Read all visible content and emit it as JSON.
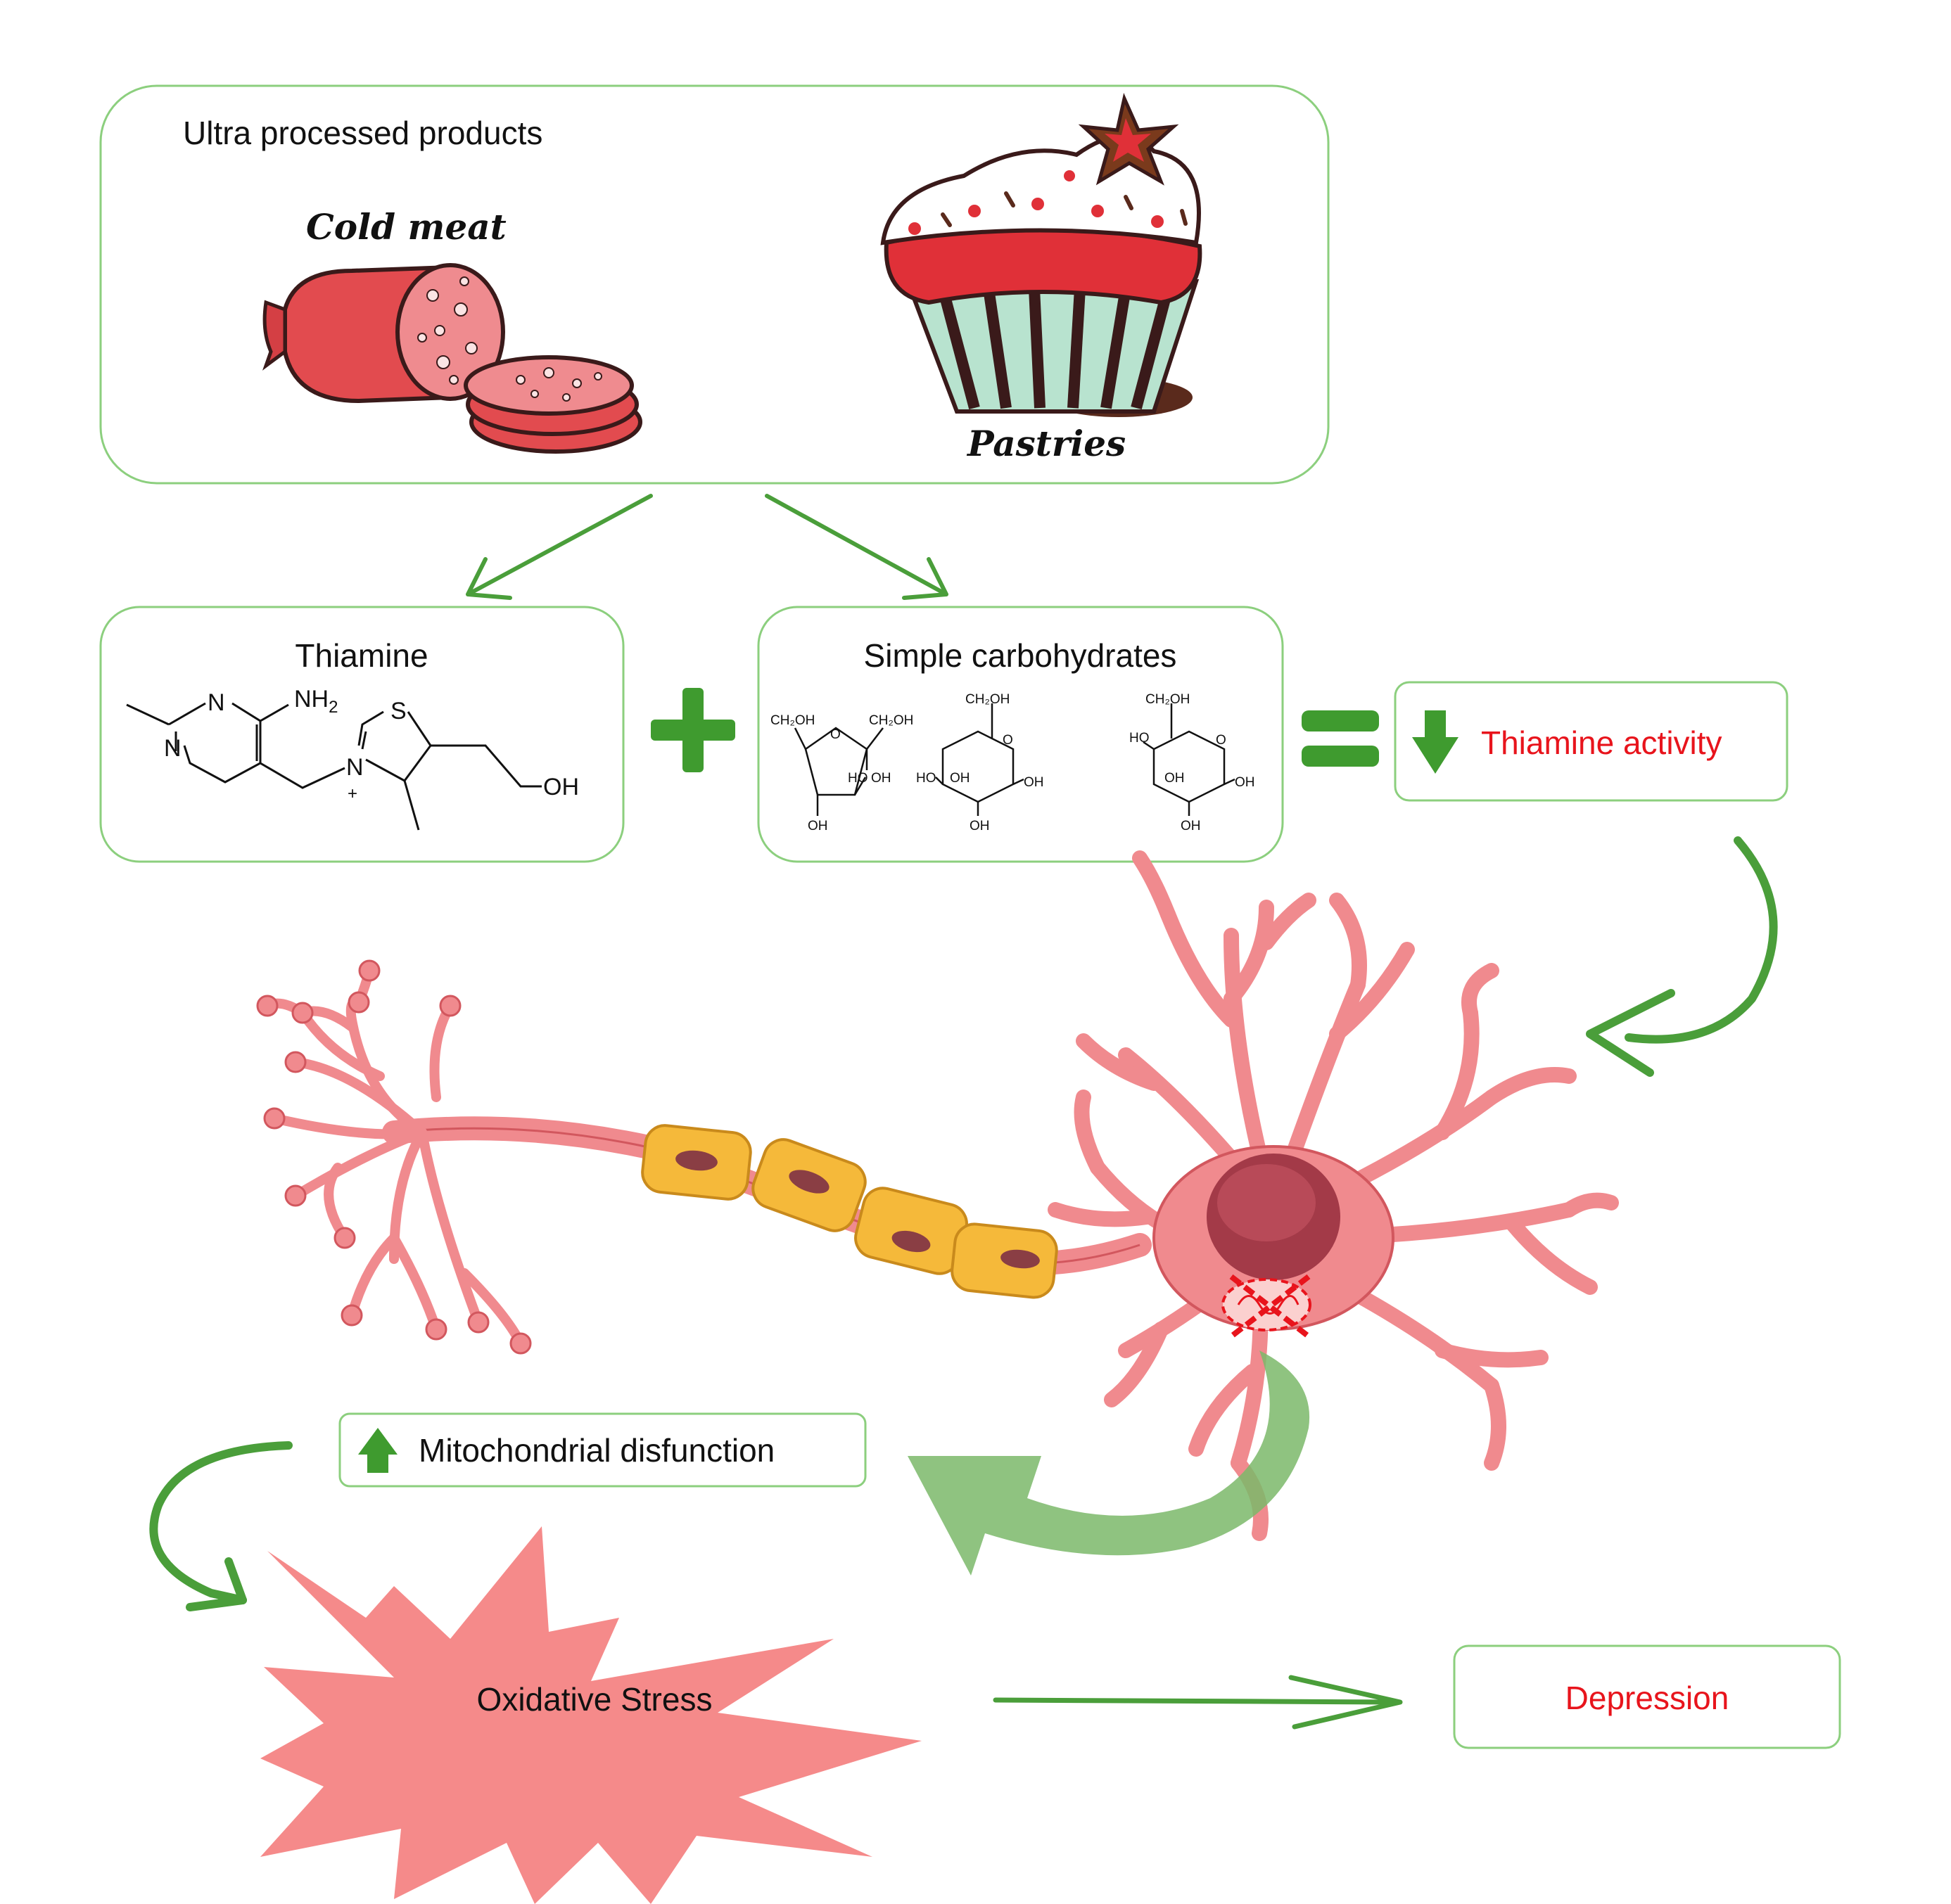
{
  "top_box": {
    "title": "Ultra processed products",
    "items": [
      {
        "label": "Cold meat",
        "icon": "cold-meat-icon"
      },
      {
        "label": "Pastries",
        "icon": "cupcake-icon"
      }
    ]
  },
  "thiamine_box": {
    "title": "Thiamine",
    "structure": {
      "nh2": "NH",
      "nh2_sub": "2",
      "s": "S",
      "n": "N",
      "plus": "+",
      "oh": "OH"
    }
  },
  "carbs_box": {
    "title": "Simple carbohydrates",
    "fructose": {
      "ch2oh_left": "CH₂OH",
      "ch2oh_right": "CH₂OH",
      "o": "O",
      "ho": "HO",
      "oh1": "OH",
      "oh2": "OH"
    },
    "glucose_1": {
      "ch2oh": "CH₂OH",
      "o": "O",
      "ho": "HO",
      "oh1": "OH",
      "oh2": "OH",
      "oh3": "OH"
    },
    "glucose_2": {
      "ch2oh": "CH₂OH",
      "o": "O",
      "ho": "HO",
      "oh1": "OH",
      "oh2": "OH",
      "oh3": "OH"
    }
  },
  "operators": {
    "plus": "+",
    "equals": "="
  },
  "result_box": {
    "label": "Thiamine activity",
    "indicator": "arrow-down-icon"
  },
  "mito_box": {
    "label": "Mitochondrial disfunction",
    "indicator": "arrow-up-icon"
  },
  "stress": {
    "label": "Oxidative Stress"
  },
  "outcome": {
    "label": "Depression"
  },
  "colors": {
    "box_border": "#8ccf7e",
    "arrow_green": "#4a9e3a",
    "bold_green": "#3f9b2f",
    "alert_red": "#e8141c",
    "neuron_pink": "#f08a8e",
    "neuron_dark": "#d2575e",
    "myelin": "#f5b93a",
    "nucleus": "#a33a48",
    "starburst": "#f58a8a"
  }
}
